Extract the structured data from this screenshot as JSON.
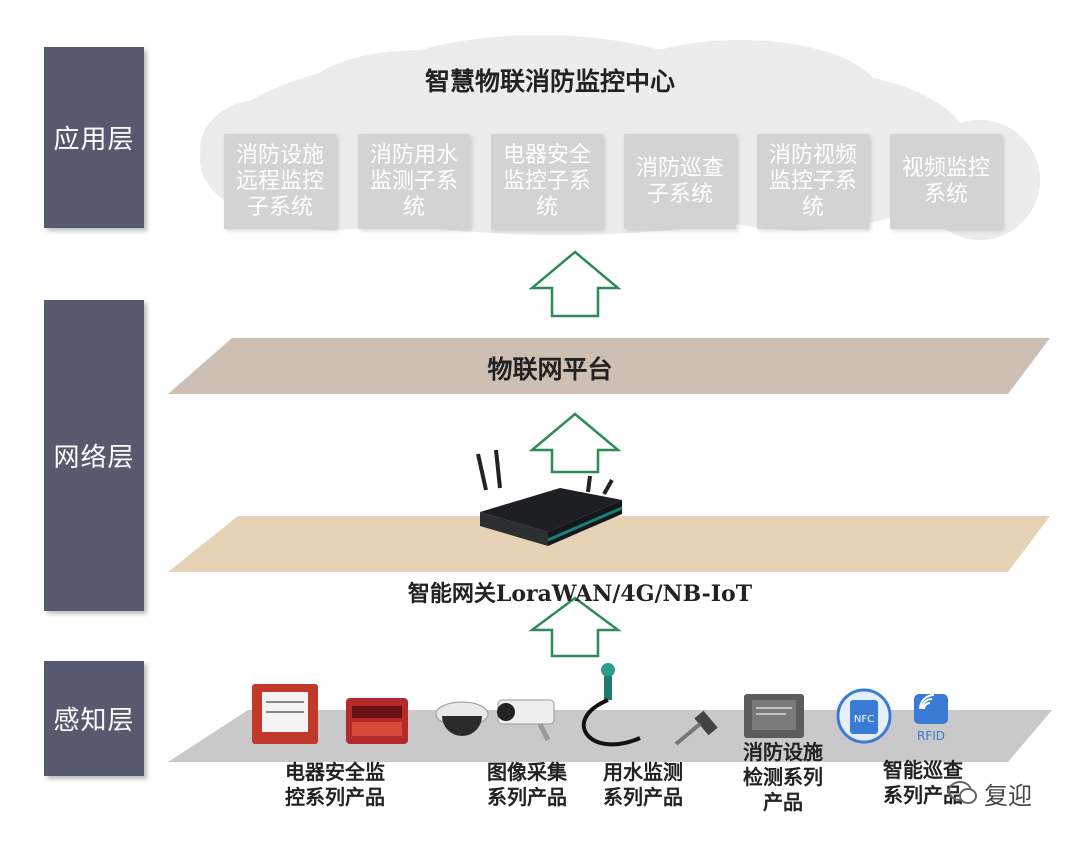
{
  "layers": {
    "application": "应用层",
    "network": "网络层",
    "perception": "感知层"
  },
  "cloud": {
    "title": "智慧物联消防监控中心",
    "subsystems": [
      "消防设施\n远程监控\n子系统",
      "消防用水\n监测子系\n统",
      "电器安全\n监控子系\n统",
      "消防巡查\n子系统",
      "消防视频\n监控子系\n统",
      "视频监控\n系统"
    ]
  },
  "network": {
    "platform": "物联网平台",
    "gateway": "智能网关LoraWAN/4G/NB-IoT"
  },
  "perception": {
    "products": [
      "电器安全监\n控系列产品",
      "图像采集\n系列产品",
      "用水监测\n系列产品",
      "消防设施\n检测系列\n产品",
      "智能巡查\n系列产品"
    ],
    "badges": [
      "NFC",
      "RFID"
    ]
  },
  "watermark": "复迎",
  "colors": {
    "layer_label_bg": "#555a6f",
    "cloud": "#ececec",
    "subsystem_box": "#d3d3d3",
    "platform_band": "#cdc0b3",
    "gateway_band": "#e6d3b5",
    "perception_band": "#c9c9c9",
    "arrow_stroke": "#2e8b57",
    "device_red": "#c0392b",
    "badge_blue": "#3a7bd5"
  },
  "icons": [
    "up-arrow-icon",
    "router-icon",
    "camera-icon",
    "sensor-icon",
    "nfc-icon",
    "rfid-icon",
    "wechat-icon"
  ]
}
